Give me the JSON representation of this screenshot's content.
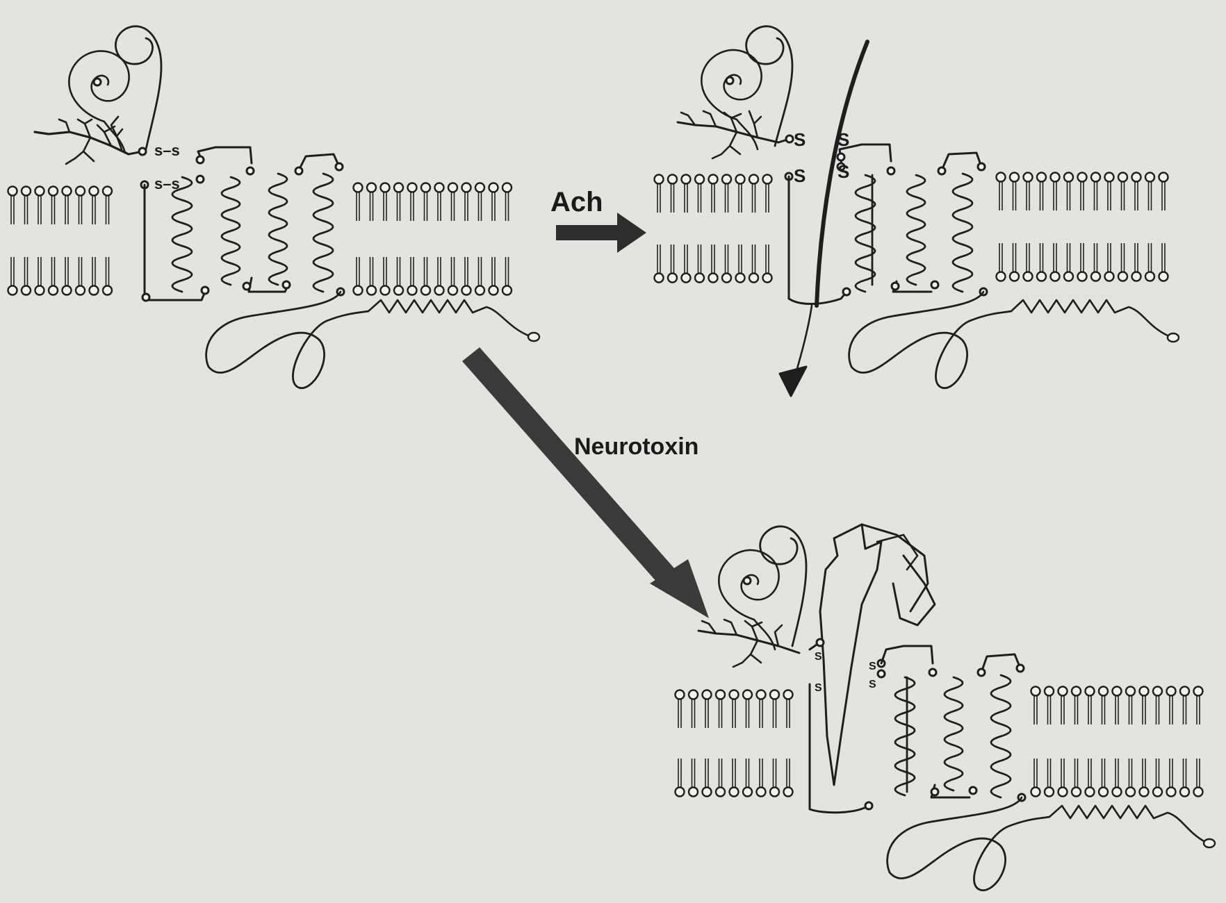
{
  "labels": {
    "ach": "Ach",
    "neurotoxin": "Neurotoxin"
  },
  "disulfide": {
    "s": "S",
    "bond": "s–s"
  },
  "colors": {
    "ink": "#1e1e1e",
    "background": "#e3e4e0",
    "arrow": "#3a3a3a"
  }
}
